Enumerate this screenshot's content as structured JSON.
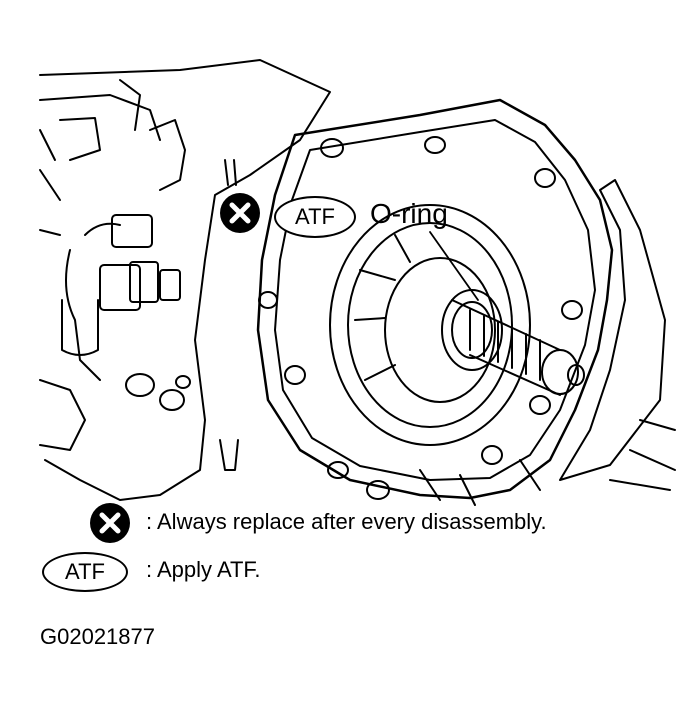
{
  "callouts": {
    "oring": "O-ring",
    "atf_badge": "ATF"
  },
  "legend": {
    "replace_text": ": Always replace after every disassembly.",
    "atf_badge": "ATF",
    "atf_text": ": Apply ATF."
  },
  "figure_code": "G02021877",
  "colors": {
    "ink": "#000000",
    "paper": "#ffffff"
  },
  "icons": [
    "replace-x-icon",
    "atf-oval-icon"
  ]
}
